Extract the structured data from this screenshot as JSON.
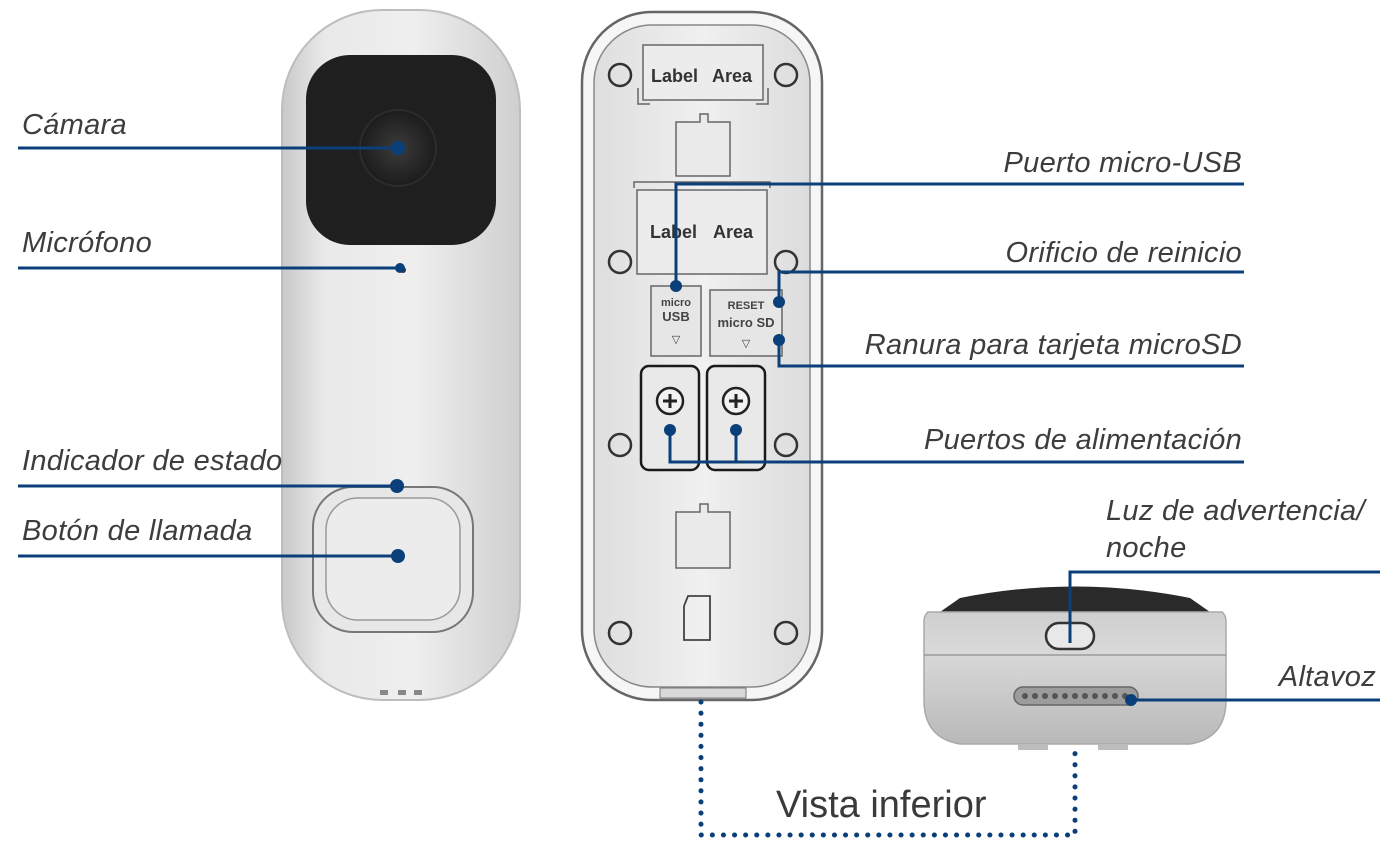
{
  "colors": {
    "leader": "#0b3f7a",
    "body": "#e4e4e4",
    "outline": "#555555",
    "lens": "#1e1e1e"
  },
  "labels": {
    "camera": "Cámara",
    "microphone": "Micrófono",
    "status": "Indicador de estado",
    "call": "Botón de llamada",
    "usb_port": "Puerto micro-USB",
    "reset": "Orificio de reinicio",
    "sd_slot": "Ranura para tarjeta microSD",
    "power": "Puertos de alimentación",
    "warning_line1": "Luz de advertencia/",
    "warning_line2": "noche",
    "speaker": "Altavoz",
    "bottom_view": "Vista inferior"
  },
  "back_panel": {
    "label_area_top_1": "Label",
    "label_area_top_2": "Area",
    "label_area_mid_1": "Label",
    "label_area_mid_2": "Area",
    "usb_1": "micro",
    "usb_2": "USB",
    "sd_1": "RESET",
    "sd_2": "micro SD",
    "arrow": "▽"
  }
}
